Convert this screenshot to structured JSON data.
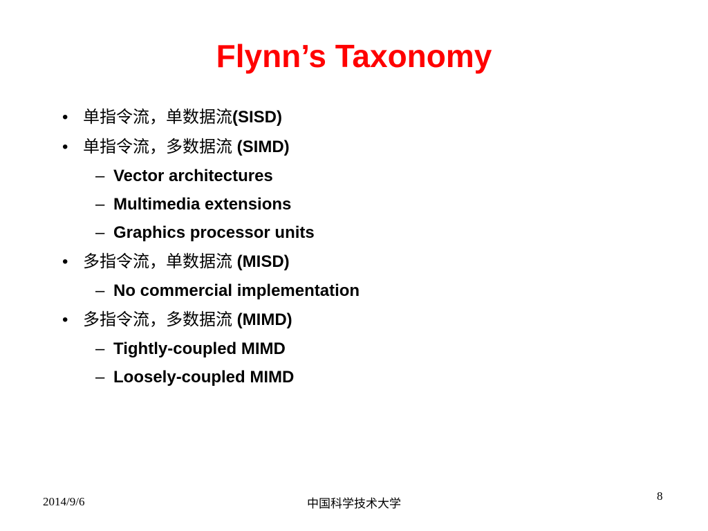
{
  "slide": {
    "title": "Flynn’s Taxonomy",
    "title_color": "#ff0000",
    "text_color": "#000000",
    "bullet_glyph": "•",
    "dash_glyph": "–",
    "items": [
      {
        "zh": "单指令流，单数据流",
        "en": "(SISD)",
        "sub": []
      },
      {
        "zh": "单指令流，多数据流",
        "en": " (SIMD)",
        "sub": [
          "Vector architectures",
          "Multimedia extensions",
          "Graphics processor units"
        ]
      },
      {
        "zh": "多指令流，单数据流",
        "en": " (MISD)",
        "sub": [
          "No commercial implementation"
        ]
      },
      {
        "zh": "多指令流，多数据流",
        "en": " (MIMD)",
        "sub": [
          "Tightly-coupled MIMD",
          "Loosely-coupled MIMD"
        ]
      }
    ]
  },
  "footer": {
    "date": "2014/9/6",
    "organization": "中国科学技术大学",
    "page_number": "8"
  }
}
